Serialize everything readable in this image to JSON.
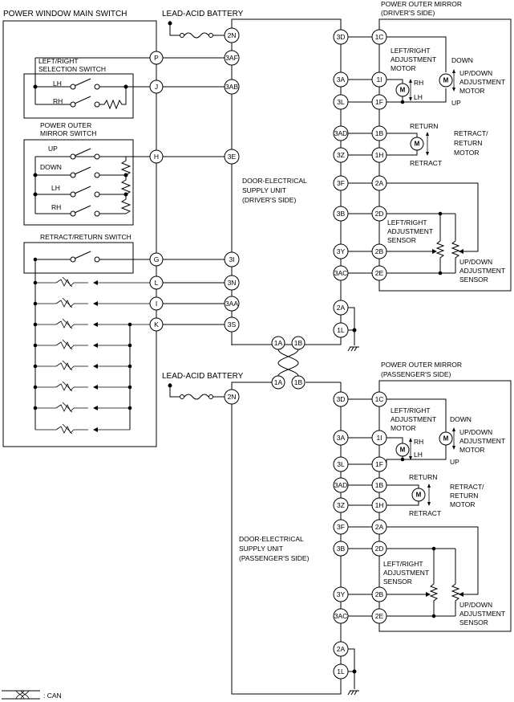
{
  "labels": {
    "main_switch": "POWER WINDOW MAIN SWITCH",
    "battery_top": "LEAD-ACID BATTERY",
    "battery_bottom": "LEAD-ACID BATTERY",
    "lr_selection_1": "LEFT/RIGHT",
    "lr_selection_2": "SELECTION SWITCH",
    "lh": "LH",
    "rh": "RH",
    "outer_mirror_switch_1": "POWER OUTER",
    "outer_mirror_switch_2": "MIRROR SWITCH",
    "up": "UP",
    "down": "DOWN",
    "lh2": "LH",
    "rh2": "RH",
    "retract_return_switch": "RETRACT/RETURN SWITCH",
    "dsu_driver_1": "DOOR-ELECTRICAL",
    "dsu_driver_2": "SUPPLY UNIT",
    "dsu_driver_3": "(DRIVER'S SIDE)",
    "dsu_pass_1": "DOOR-ELECTRICAL",
    "dsu_pass_2": "SUPPLY UNIT",
    "dsu_pass_3": "(PASSENGER'S SIDE)",
    "can_legend": ": CAN"
  },
  "mirror_driver": {
    "title_1": "POWER OUTER MIRROR",
    "title_2": "(DRIVER'S SIDE)",
    "lr_motor_1": "LEFT/RIGHT",
    "lr_motor_2": "ADJUSTMENT",
    "lr_motor_3": "MOTOR",
    "rh": "RH",
    "lh": "LH",
    "down": "DOWN",
    "ud_motor_1": "UP/DOWN",
    "ud_motor_2": "ADJUSTMENT",
    "ud_motor_3": "MOTOR",
    "up": "UP",
    "return": "RETURN",
    "retract_motor_1": "RETRACT/",
    "retract_motor_2": "RETURN",
    "retract_motor_3": "MOTOR",
    "retract": "RETRACT",
    "lr_sensor_1": "LEFT/RIGHT",
    "lr_sensor_2": "ADJUSTMENT",
    "lr_sensor_3": "SENSOR",
    "ud_sensor_1": "UP/DOWN",
    "ud_sensor_2": "ADJUSTMENT",
    "ud_sensor_3": "SENSOR",
    "motor_symbol": "M"
  },
  "mirror_passenger": {
    "title_1": "POWER OUTER MIRROR",
    "title_2": "(PASSENGER'S SIDE)",
    "lr_motor_1": "LEFT/RIGHT",
    "lr_motor_2": "ADJUSTMENT",
    "lr_motor_3": "MOTOR",
    "rh": "RH",
    "lh": "LH",
    "down": "DOWN",
    "ud_motor_1": "UP/DOWN",
    "ud_motor_2": "ADJUSTMENT",
    "ud_motor_3": "MOTOR",
    "up": "UP",
    "return": "RETURN",
    "retract_motor_1": "RETRACT/",
    "retract_motor_2": "RETURN",
    "retract_motor_3": "MOTOR",
    "retract": "RETRACT",
    "lr_sensor_1": "LEFT/RIGHT",
    "lr_sensor_2": "ADJUSTMENT",
    "lr_sensor_3": "SENSOR",
    "ud_sensor_1": "UP/DOWN",
    "ud_sensor_2": "ADJUSTMENT",
    "ud_sensor_3": "SENSOR",
    "motor_symbol": "M"
  },
  "pins": {
    "P": "P",
    "J": "J",
    "H": "H",
    "G": "G",
    "L": "L",
    "I": "I",
    "K": "K",
    "d_2N": "2N",
    "d_3AF": "3AF",
    "d_3AB": "3AB",
    "d_3E": "3E",
    "d_3I": "3I",
    "d_3N": "3N",
    "d_3AA": "3AA",
    "d_3S": "3S",
    "d_3D": "3D",
    "d_3A": "3A",
    "d_3L": "3L",
    "d_3AD": "3AD",
    "d_3Z": "3Z",
    "d_3F": "3F",
    "d_3B": "3B",
    "d_3Y": "3Y",
    "d_3AC": "3AC",
    "d_2A": "2A",
    "d_1L": "1L",
    "dm_1C": "1C",
    "dm_1I": "1I",
    "dm_1F": "1F",
    "dm_1B": "1B",
    "dm_1H": "1H",
    "dm_2A": "2A",
    "dm_2D": "2D",
    "dm_2B": "2B",
    "dm_2E": "2E",
    "can_1A_top": "1A",
    "can_1B_top": "1B",
    "can_1A_bot": "1A",
    "can_1B_bot": "1B",
    "p_2N": "2N",
    "p_3D": "3D",
    "p_3A": "3A",
    "p_3L": "3L",
    "p_3AD": "3AD",
    "p_3Z": "3Z",
    "p_3F": "3F",
    "p_3B": "3B",
    "p_3Y": "3Y",
    "p_3AC": "3AC",
    "p_2A": "2A",
    "p_1L": "1L",
    "pm_1C": "1C",
    "pm_1I": "1I",
    "pm_1F": "1F",
    "pm_1B": "1B",
    "pm_1H": "1H",
    "pm_2A": "2A",
    "pm_2D": "2D",
    "pm_2B": "2B",
    "pm_2E": "2E"
  }
}
